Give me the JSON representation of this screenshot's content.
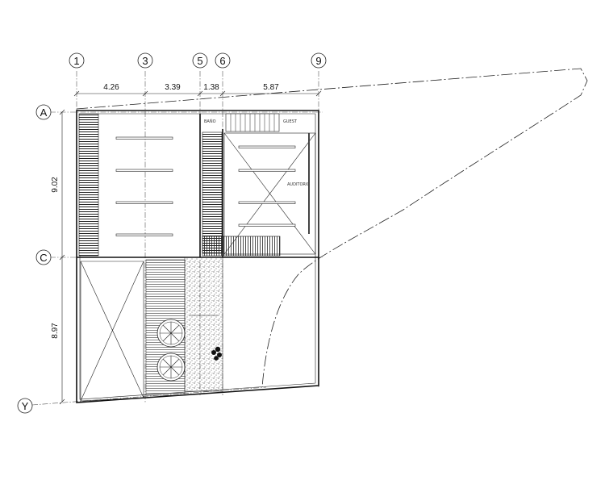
{
  "grid": {
    "columns": [
      "1",
      "3",
      "5",
      "6",
      "9"
    ],
    "rows": [
      "A",
      "C",
      "Y"
    ]
  },
  "dimensions": {
    "horizontal": [
      "4.26",
      "3.39",
      "1.38",
      "5.87"
    ],
    "vertical": [
      "9.02",
      "8.97"
    ]
  },
  "labels": {
    "bano": "BAÑO",
    "guest": "GUEST",
    "auditorio": "AUDITORIO"
  }
}
